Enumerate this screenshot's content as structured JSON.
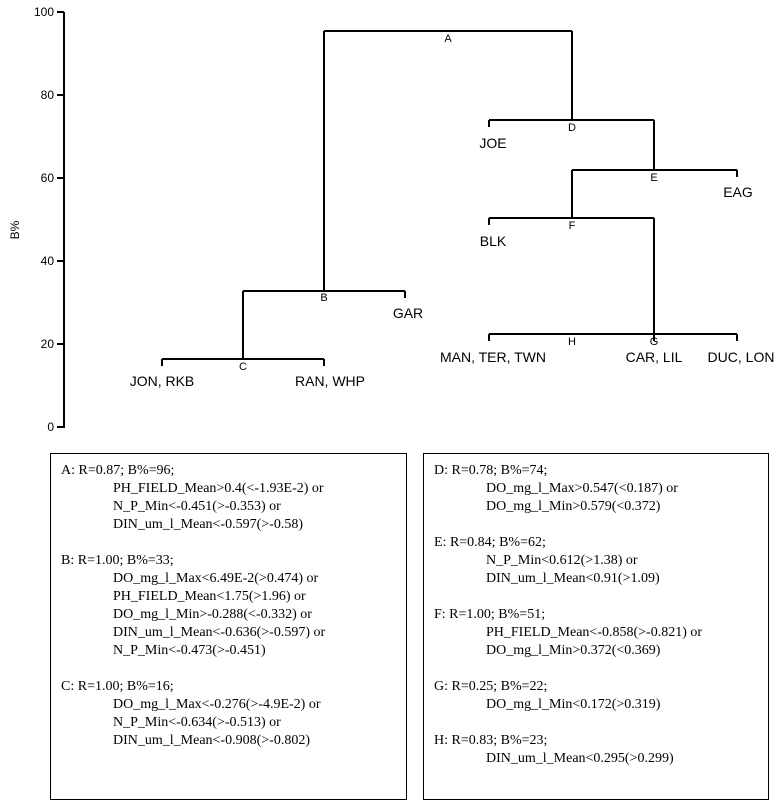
{
  "yaxis": {
    "label": "B%",
    "ticks": [
      "0",
      "20",
      "40",
      "60",
      "80",
      "100"
    ]
  },
  "nodes": [
    "A",
    "B",
    "C",
    "D",
    "E",
    "F",
    "G",
    "H"
  ],
  "leaves": {
    "jon_rkb": "JON, RKB",
    "ran_whp": "RAN, WHP",
    "gar": "GAR",
    "joe": "JOE",
    "eag": "EAG",
    "blk": "BLK",
    "man_ter_twn": "MAN, TER, TWN",
    "car_lil": "CAR, LIL",
    "duc_lon": "DUC, LON"
  },
  "rules_left": [
    {
      "head": "A: R=0.87; B%=96;",
      "lines": [
        "PH_FIELD_Mean>0.4(<-1.93E-2) or",
        "N_P_Min<-0.451(>-0.353) or",
        "DIN_um_l_Mean<-0.597(>-0.58)"
      ]
    },
    {
      "head": "B: R=1.00; B%=33;",
      "lines": [
        "DO_mg_l_Max<6.49E-2(>0.474) or",
        "PH_FIELD_Mean<1.75(>1.96) or",
        "DO_mg_l_Min>-0.288(<-0.332) or",
        "DIN_um_l_Mean<-0.636(>-0.597) or",
        "N_P_Min<-0.473(>-0.451)"
      ]
    },
    {
      "head": "C: R=1.00; B%=16;",
      "lines": [
        "DO_mg_l_Max<-0.276(>-4.9E-2) or",
        "N_P_Min<-0.634(>-0.513) or",
        "DIN_um_l_Mean<-0.908(>-0.802)"
      ]
    }
  ],
  "rules_right": [
    {
      "head": "D: R=0.78; B%=74;",
      "lines": [
        "DO_mg_l_Max>0.547(<0.187) or",
        "DO_mg_l_Min>0.579(<0.372)"
      ]
    },
    {
      "head": "E: R=0.84; B%=62;",
      "lines": [
        "N_P_Min<0.612(>1.38) or",
        "DIN_um_l_Mean<0.91(>1.09)"
      ]
    },
    {
      "head": "F: R=1.00; B%=51;",
      "lines": [
        "PH_FIELD_Mean<-0.858(>-0.821) or",
        "DO_mg_l_Min>0.372(<0.369)"
      ]
    },
    {
      "head": "G: R=0.25; B%=22;",
      "lines": [
        "DO_mg_l_Min<0.172(>0.319)"
      ]
    },
    {
      "head": "H: R=0.83; B%=23;",
      "lines": [
        "DIN_um_l_Mean<0.295(>0.299)"
      ]
    }
  ]
}
